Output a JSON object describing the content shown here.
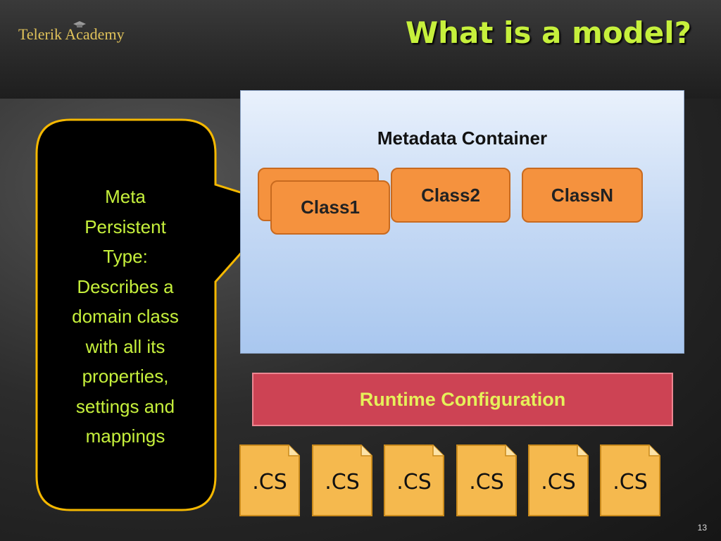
{
  "header": {
    "logo_text": "Telerik Academy",
    "title": "What is a model?"
  },
  "callout": {
    "lines": [
      "Meta",
      "Persistent",
      "Type:",
      "Describes a",
      "domain class",
      "with all its",
      "properties,",
      "settings and",
      "mappings"
    ]
  },
  "metadata_container": {
    "title": "Metadata Container",
    "classes": [
      {
        "label": ""
      },
      {
        "label": "Class1"
      },
      {
        "label": "Class2"
      },
      {
        "label": "ClassN"
      }
    ]
  },
  "runtime": {
    "label": "Runtime Configuration"
  },
  "files": [
    ".CS",
    ".CS",
    ".CS",
    ".CS",
    ".CS",
    ".CS"
  ],
  "footer": {
    "page_number": "13"
  },
  "colors": {
    "title": "#c6f03c",
    "callout_border": "#f5b800",
    "class_fill": "#f5923e",
    "runtime_fill": "#cd4354",
    "file_fill": "#f5b94e"
  }
}
